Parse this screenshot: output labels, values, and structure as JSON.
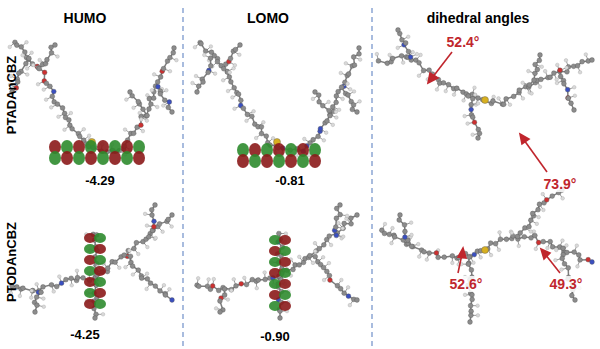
{
  "diagram": {
    "labels": [
      "HUMO",
      "LOMO",
      "dihedral angles",
      "PTADAnCBZ",
      "PTODAnCBZ",
      "-4.29",
      "-0.81",
      "-4.25",
      "-0.90",
      "52.4°",
      "73.9°",
      "52.6°",
      "49.3°"
    ]
  }
}
